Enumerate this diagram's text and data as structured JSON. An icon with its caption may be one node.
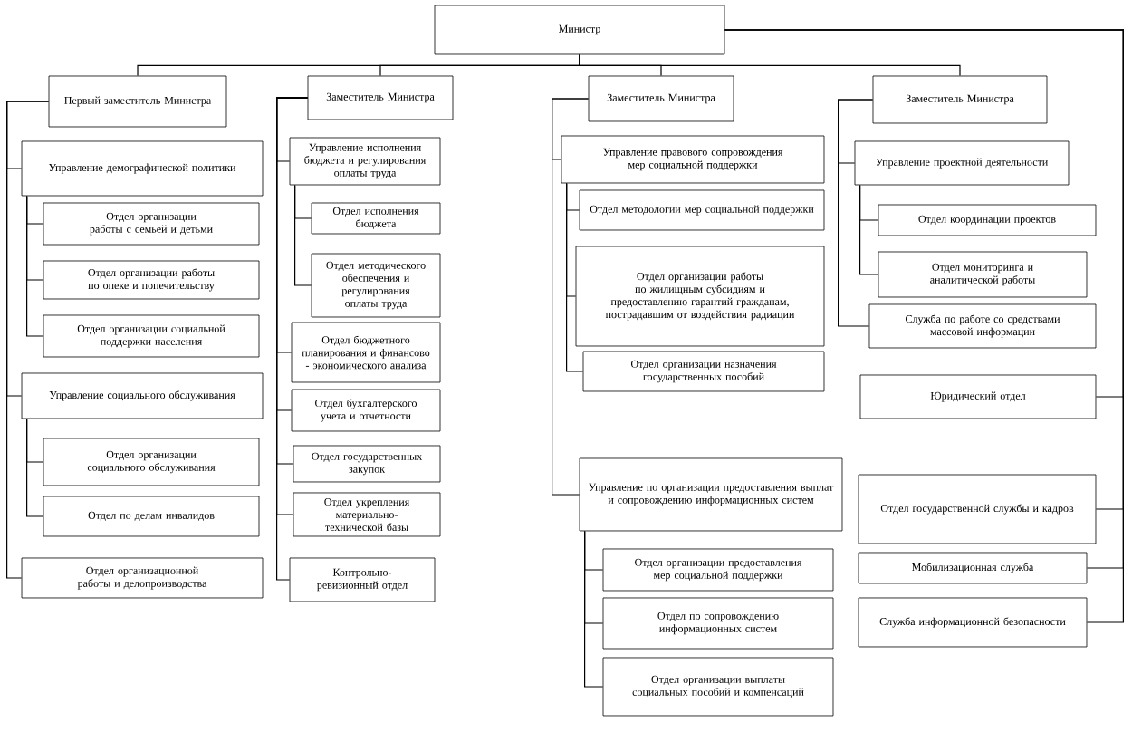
{
  "diagram": {
    "nodes": [
      {
        "text": [
          "Министр"
        ]
      },
      {
        "text": [
          "Первый заместитель Министра"
        ]
      },
      {
        "text": [
          "Заместитель Министра"
        ]
      },
      {
        "text": [
          "Заместитель Министра"
        ]
      },
      {
        "text": [
          "Заместитель Министра"
        ]
      },
      {
        "text": [
          "Управление демографической политики"
        ]
      },
      {
        "text": [
          "Отдел организации работы с семьей и детьми"
        ]
      },
      {
        "text": [
          "Отдел организации работы по опеке и попечительству"
        ]
      },
      {
        "text": [
          "Отдел организации социальной поддержки населения"
        ]
      },
      {
        "text": [
          "Управление социального обслуживания"
        ]
      },
      {
        "text": [
          "Отдел организации социального обслуживания"
        ]
      },
      {
        "text": [
          "Отдел по делам инвалидов"
        ]
      },
      {
        "text": [
          "Отдел организационной работы и делопроизводства"
        ]
      },
      {
        "text": [
          "Управление исполнения бюджета и регулирования оплаты труда"
        ]
      },
      {
        "text": [
          "Отдел исполнения бюджета"
        ]
      },
      {
        "text": [
          "Отдел методического обеспечения и регулирования оплаты труда"
        ]
      },
      {
        "text": [
          "Отдел бюджетного планирования и финансово - экономического анализа"
        ]
      },
      {
        "text": [
          "Отдел бухгалтерского учета и отчетности"
        ]
      },
      {
        "text": [
          "Отдел государственных закупок"
        ]
      },
      {
        "text": [
          "Отдел укрепления материально-технической базы"
        ]
      },
      {
        "text": [
          "Контрольно-ревизионный отдел"
        ]
      },
      {
        "text": [
          "Управление правового сопровождения мер социальной поддержки"
        ]
      },
      {
        "text": [
          "Отдел методологии мер социальной поддержки"
        ]
      },
      {
        "text": [
          "Отдел организации работы по жилищным субсидиям и предоставлению гарантий гражданам, пострадавшим от воздействия радиации"
        ]
      },
      {
        "text": [
          "Отдел организации назначения государственных пособий"
        ]
      },
      {
        "text": [
          "Управление по организации предоставления выплат и сопровождению информационных систем"
        ]
      },
      {
        "text": [
          "Отдел организации предоставления мер социальной поддержки"
        ]
      },
      {
        "text": [
          "Отдел по сопровождению информационных систем"
        ]
      },
      {
        "text": [
          "Отдел организации выплаты социальных пособий и компенсаций"
        ]
      },
      {
        "text": [
          "Управление проектной деятельности"
        ]
      },
      {
        "text": [
          "Отдел координации проектов"
        ]
      },
      {
        "text": [
          "Отдел мониторинга и аналитической работы"
        ]
      },
      {
        "text": [
          "Служба по работе со средствами массовой информации"
        ]
      },
      {
        "text": [
          "Юридический отдел"
        ]
      },
      {
        "text": [
          "Отдел государственной службы и кадров"
        ]
      },
      {
        "text": [
          "Мобилизационная служба"
        ]
      },
      {
        "text": [
          "Служба информационной безопасности"
        ]
      }
    ],
    "edges": [
      {
        "from": 0,
        "to": 1,
        "arrow": "none"
      },
      {
        "from": 0,
        "to": 2,
        "arrow": "none"
      },
      {
        "from": 0,
        "to": 3,
        "arrow": "none"
      },
      {
        "from": 0,
        "to": 4,
        "arrow": "none"
      },
      {
        "from": 1,
        "to": 5,
        "arrow": "none"
      },
      {
        "from": 1,
        "to": 9,
        "arrow": "none"
      },
      {
        "from": 1,
        "to": 12,
        "arrow": "none"
      },
      {
        "from": 5,
        "to": 6,
        "arrow": "none"
      },
      {
        "from": 5,
        "to": 7,
        "arrow": "none"
      },
      {
        "from": 5,
        "to": 8,
        "arrow": "none"
      },
      {
        "from": 9,
        "to": 10,
        "arrow": "none"
      },
      {
        "from": 9,
        "to": 11,
        "arrow": "none"
      },
      {
        "from": 2,
        "to": 13,
        "arrow": "none"
      },
      {
        "from": 2,
        "to": 16,
        "arrow": "none"
      },
      {
        "from": 2,
        "to": 17,
        "arrow": "none"
      },
      {
        "from": 2,
        "to": 18,
        "arrow": "none"
      },
      {
        "from": 2,
        "to": 19,
        "arrow": "none"
      },
      {
        "from": 2,
        "to": 20,
        "arrow": "none"
      },
      {
        "from": 13,
        "to": 14,
        "arrow": "none"
      },
      {
        "from": 13,
        "to": 15,
        "arrow": "none"
      },
      {
        "from": 3,
        "to": 21,
        "arrow": "none"
      },
      {
        "from": 3,
        "to": 25,
        "arrow": "none"
      },
      {
        "from": 21,
        "to": 22,
        "arrow": "none"
      },
      {
        "from": 21,
        "to": 23,
        "arrow": "none"
      },
      {
        "from": 21,
        "to": 24,
        "arrow": "none"
      },
      {
        "from": 25,
        "to": 26,
        "arrow": "none"
      },
      {
        "from": 25,
        "to": 27,
        "arrow": "none"
      },
      {
        "from": 25,
        "to": 28,
        "arrow": "none"
      },
      {
        "from": 4,
        "to": 29,
        "arrow": "none"
      },
      {
        "from": 4,
        "to": 32,
        "arrow": "none"
      },
      {
        "from": 29,
        "to": 30,
        "arrow": "none"
      },
      {
        "from": 29,
        "to": 31,
        "arrow": "none"
      },
      {
        "from": 0,
        "to": 33,
        "arrow": "none"
      },
      {
        "from": 0,
        "to": 34,
        "arrow": "none"
      },
      {
        "from": 0,
        "to": 35,
        "arrow": "none"
      },
      {
        "from": 0,
        "to": 36,
        "arrow": "none"
      }
    ]
  }
}
